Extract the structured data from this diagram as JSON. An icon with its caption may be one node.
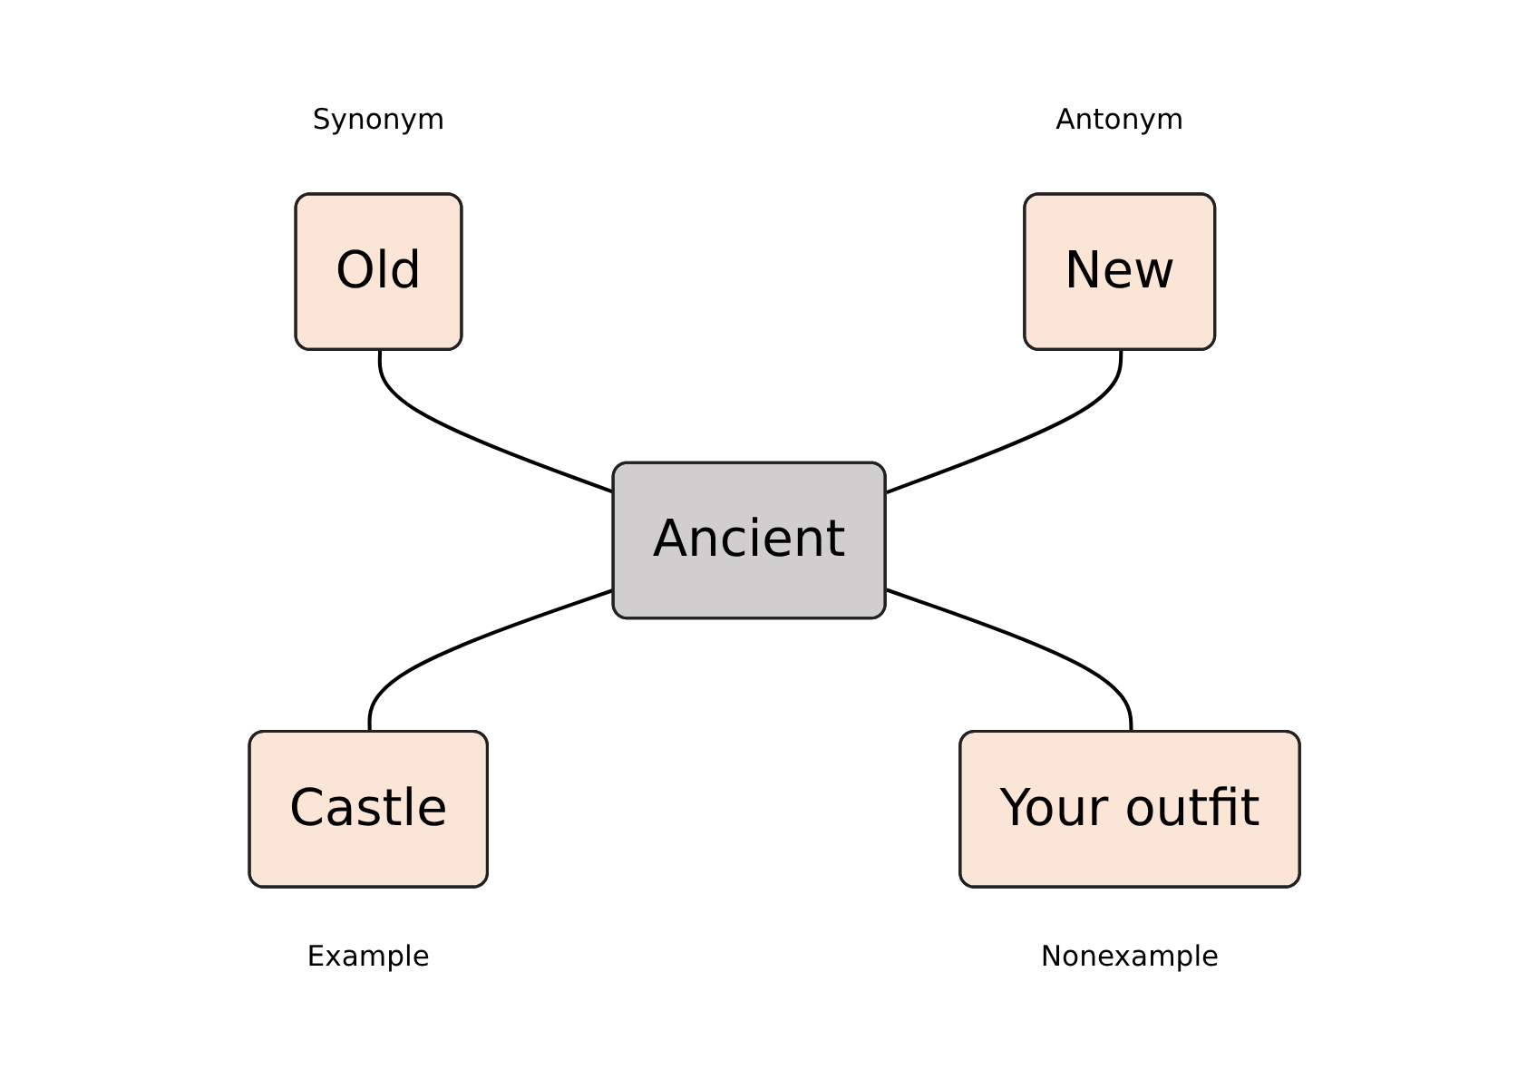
{
  "diagram": {
    "nodes": [
      {
        "text": [
          "Old"
        ],
        "beside": [
          "Synonym"
        ]
      },
      {
        "text": [
          "New"
        ],
        "beside": [
          "Antonym"
        ]
      },
      {
        "text": [
          "Ancient"
        ]
      },
      {
        "text": [
          "Castle"
        ],
        "beside": [
          "Example"
        ]
      },
      {
        "text": [
          "Your outfit"
        ],
        "beside": [
          "Nonexample"
        ]
      }
    ],
    "edges": [
      {
        "from": 0,
        "to": 2,
        "arrow": "none"
      },
      {
        "from": 1,
        "to": 2,
        "arrow": "none"
      },
      {
        "from": 2,
        "to": 3,
        "arrow": "none"
      },
      {
        "from": 2,
        "to": 4,
        "arrow": "none"
      }
    ]
  }
}
